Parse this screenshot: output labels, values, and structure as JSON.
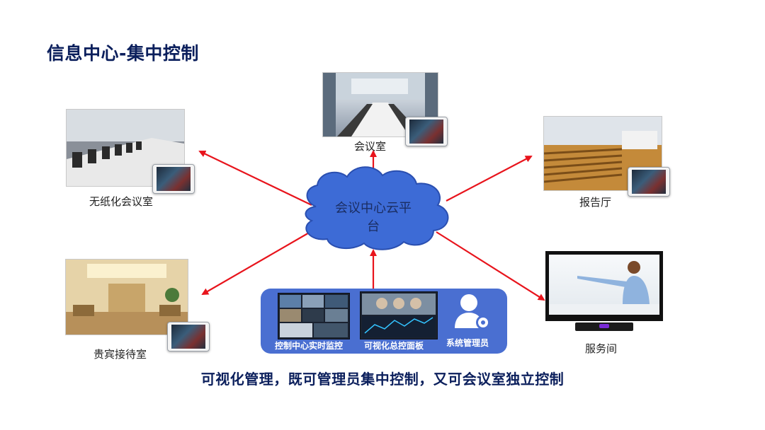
{
  "title": "信息中心-集中控制",
  "center": {
    "label_line1": "会议中心云平",
    "label_line2": "台"
  },
  "nodes": {
    "top": "会议室",
    "top_left": "无纸化会议室",
    "top_right": "报告厅",
    "bottom_left": "贵宾接待室",
    "bottom_right": "服务间"
  },
  "console": {
    "monitor1_label": "控制中心实时监控",
    "monitor2_label": "可视化总控面板",
    "admin_label": "系统管理员"
  },
  "bottom_caption": "可视化管理，既可管理员集中控制，又可会议室独立控制",
  "colors": {
    "title": "#0b1f5c",
    "arrow": "#e8141c",
    "cloud_fill": "#3d6bd6",
    "cloud_stroke": "#2a4fb0",
    "console_bg": "#4a6fd1"
  }
}
